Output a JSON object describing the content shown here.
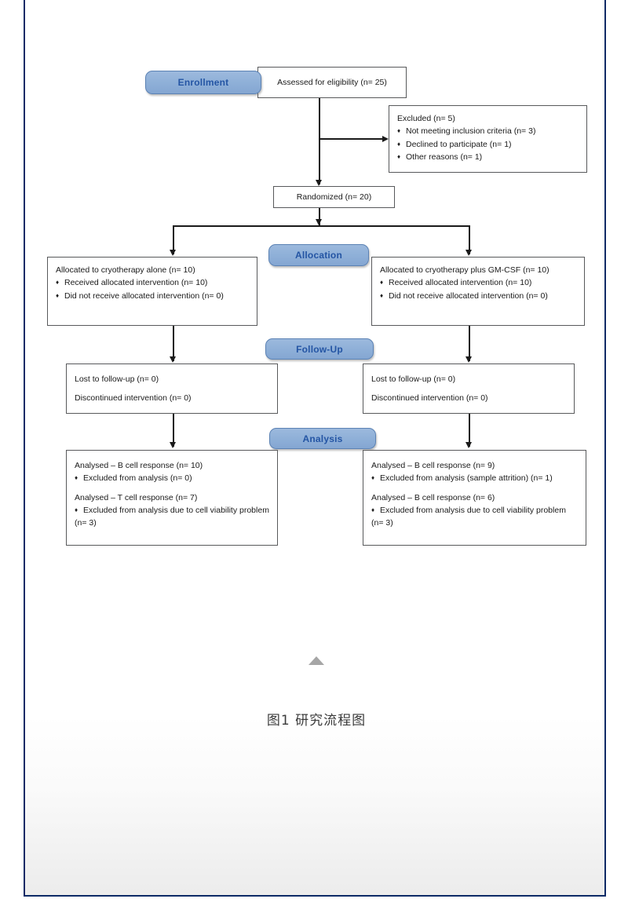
{
  "figure": {
    "caption": "图1 研究流程图",
    "caret_icon": "caret-up-icon"
  },
  "stages": [
    {
      "id": "enrollment",
      "label": "Enrollment"
    },
    {
      "id": "allocation",
      "label": "Allocation"
    },
    {
      "id": "followup",
      "label": "Follow-Up"
    },
    {
      "id": "analysis",
      "label": "Analysis"
    }
  ],
  "nodes": {
    "assessed": {
      "title": "Assessed for eligibility (n= 25)"
    },
    "excluded": {
      "title": "Excluded (n= 5)",
      "items": [
        "Not meeting inclusion criteria (n= 3)",
        "Declined to participate (n= 1)",
        "Other reasons (n= 1)"
      ]
    },
    "randomized": {
      "title": "Randomized (n= 20)"
    },
    "alloc_left": {
      "title": "Allocated to cryotherapy alone (n= 10)",
      "items": [
        "Received allocated intervention (n= 10)",
        "Did not receive allocated intervention (n= 0)"
      ]
    },
    "alloc_right": {
      "title": "Allocated to cryotherapy plus GM-CSF (n= 10)",
      "items": [
        "Received allocated intervention (n= 10)",
        "Did not receive allocated intervention (n= 0)"
      ]
    },
    "follow_left": {
      "line1": "Lost to follow-up (n= 0)",
      "line2": "Discontinued intervention (n= 0)"
    },
    "follow_right": {
      "line1": "Lost to follow-up (n= 0)",
      "line2": "Discontinued intervention (n= 0)"
    },
    "analysis_left": {
      "title1": "Analysed – B cell response (n= 10)",
      "item1": "Excluded from analysis (n= 0)",
      "title2": "Analysed – T cell response (n= 7)",
      "item2": "Excluded from analysis due to cell viability problem (n= 3)"
    },
    "analysis_right": {
      "title1": "Analysed – B cell response (n= 9)",
      "item1": "Excluded from analysis (sample attrition) (n= 1)",
      "title2": "Analysed – B cell response (n= 6)",
      "item2": "Excluded from analysis due to cell viability problem (n= 3)"
    }
  },
  "colors": {
    "pill_fill": "#8fb0d8",
    "pill_text": "#2455a4",
    "pill_border": "#5b82b4",
    "box_border": "#58595b",
    "connector": "#1a1a1a",
    "panel_border": "#0d2a66",
    "caret": "#a6a6a6",
    "caption_text": "#3a3a3a"
  }
}
